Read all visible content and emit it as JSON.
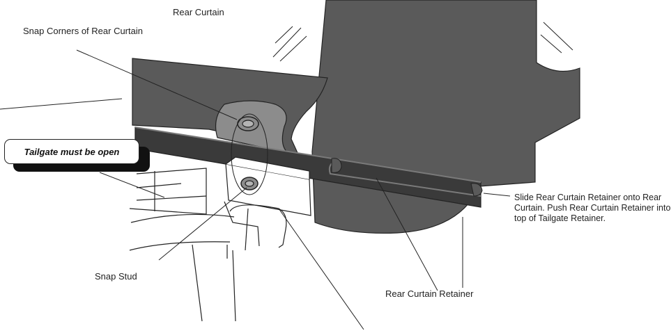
{
  "labels": {
    "rear_curtain": "Rear Curtain",
    "snap_corners": "Snap Corners of Rear Curtain",
    "tailgate_warning": "Tailgate must be open",
    "slide_instruction": "Slide Rear Curtain Retainer onto Rear Curtain. Push Rear Curtain Retainer into top of Tailgate Retainer.",
    "snap_stud": "Snap Stud",
    "rear_curtain_retainer": "Rear Curtain Retainer"
  },
  "colors": {
    "curtain_fill": "#5a5a5a",
    "retainer_fill": "#3a3a3a",
    "snap_fill": "#8c8c8c",
    "line": "#222222"
  }
}
